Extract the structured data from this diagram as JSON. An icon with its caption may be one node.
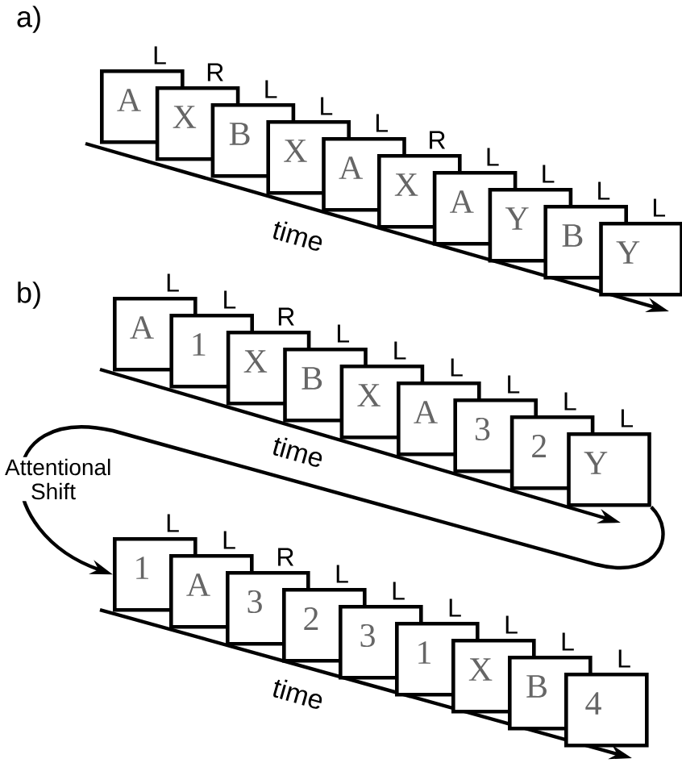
{
  "diagram": {
    "nodes": [
      {
        "text": [
          "A"
        ],
        "beside": [
          "L"
        ]
      },
      {
        "text": [
          "X"
        ],
        "beside": [
          "R"
        ]
      },
      {
        "text": [
          "B"
        ],
        "beside": [
          "L"
        ]
      },
      {
        "text": [
          "X"
        ],
        "beside": [
          "L"
        ]
      },
      {
        "text": [
          "A"
        ],
        "beside": [
          "L"
        ]
      },
      {
        "text": [
          "X"
        ],
        "beside": [
          "R"
        ]
      },
      {
        "text": [
          "A"
        ],
        "beside": [
          "L"
        ]
      },
      {
        "text": [
          "Y"
        ],
        "beside": [
          "L"
        ]
      },
      {
        "text": [
          "B"
        ],
        "beside": [
          "L"
        ]
      },
      {
        "text": [
          "Y"
        ],
        "beside": [
          "L"
        ]
      },
      {
        "text": [
          "A"
        ],
        "beside": [
          "L"
        ]
      },
      {
        "text": [
          "1"
        ],
        "beside": [
          "L"
        ]
      },
      {
        "text": [
          "X"
        ],
        "beside": [
          "R"
        ]
      },
      {
        "text": [
          "B"
        ],
        "beside": [
          "L"
        ]
      },
      {
        "text": [
          "X"
        ],
        "beside": [
          "L"
        ]
      },
      {
        "text": [
          "A"
        ],
        "beside": [
          "L"
        ]
      },
      {
        "text": [
          "3"
        ],
        "beside": [
          "L"
        ]
      },
      {
        "text": [
          "2"
        ],
        "beside": [
          "L"
        ]
      },
      {
        "text": [
          "Y"
        ],
        "beside": [
          "L"
        ]
      },
      {
        "text": [
          "1"
        ],
        "beside": [
          "L"
        ]
      },
      {
        "text": [
          "A"
        ],
        "beside": [
          "L"
        ]
      },
      {
        "text": [
          "3"
        ],
        "beside": [
          "R"
        ]
      },
      {
        "text": [
          "2"
        ],
        "beside": [
          "L"
        ]
      },
      {
        "text": [
          "3"
        ],
        "beside": [
          "L"
        ]
      },
      {
        "text": [
          "1"
        ],
        "beside": [
          "L"
        ]
      },
      {
        "text": [
          "X"
        ],
        "beside": [
          "L"
        ]
      },
      {
        "text": [
          "B"
        ],
        "beside": [
          "L"
        ]
      },
      {
        "text": [
          "4"
        ],
        "beside": [
          "L"
        ]
      }
    ],
    "edges": [
      {
        "from": 18,
        "to": 19,
        "arrow": "to",
        "label": "Attentional Shift"
      }
    ],
    "labels": [
      "a)",
      "time",
      "b)",
      "time",
      "time"
    ]
  }
}
